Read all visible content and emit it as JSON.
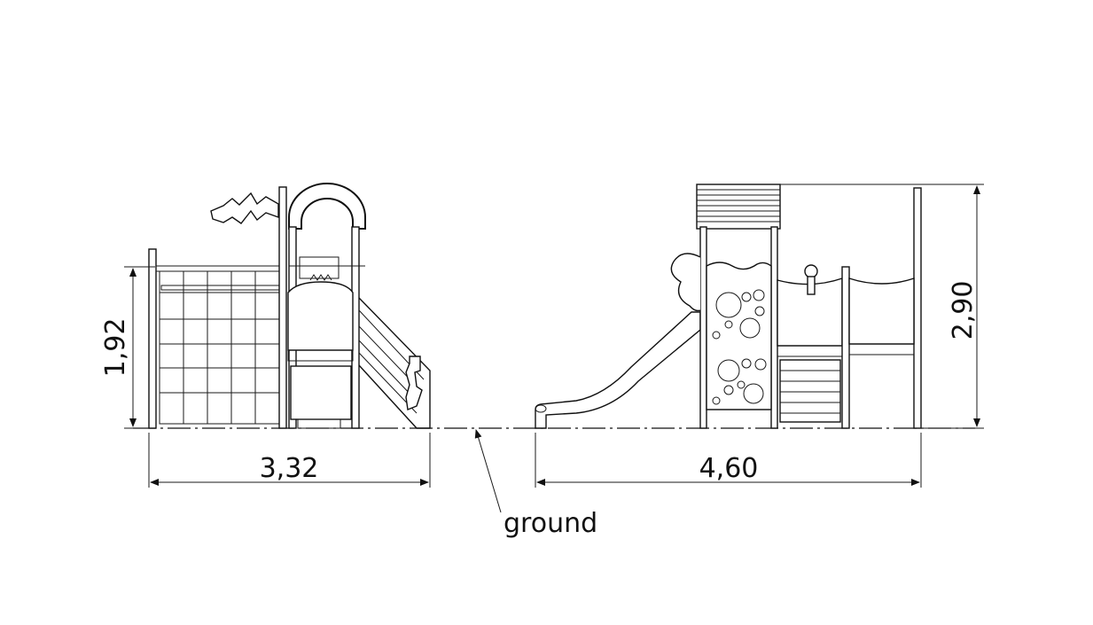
{
  "drawing": {
    "dimensions": {
      "left_height": "1,92",
      "left_width": "3,32",
      "right_width": "4,60",
      "right_height": "2,90"
    },
    "callout": "ground"
  },
  "colors": {
    "line": "#111111",
    "background": "#ffffff"
  }
}
